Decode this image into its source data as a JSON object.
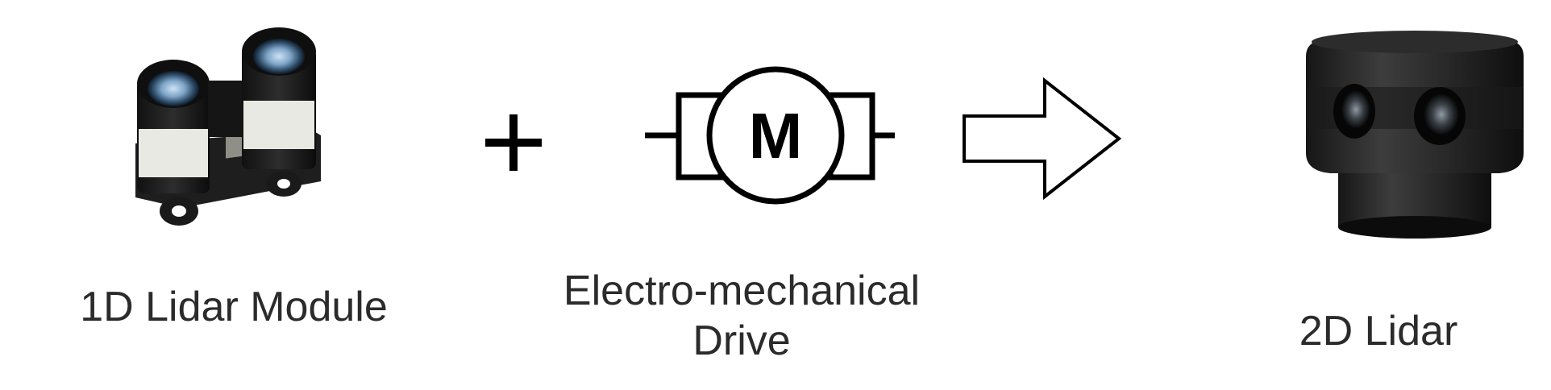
{
  "diagram": {
    "items": [
      {
        "id": "lidar-1d",
        "label": "1D Lidar Module"
      },
      {
        "id": "drive",
        "label_line1": "Electro-mechanical",
        "label_line2": "Drive",
        "symbol_text": "M"
      },
      {
        "id": "lidar-2d",
        "label": "2D Lidar"
      }
    ],
    "operators": {
      "plus": "+",
      "arrow": "right-arrow-icon"
    }
  }
}
